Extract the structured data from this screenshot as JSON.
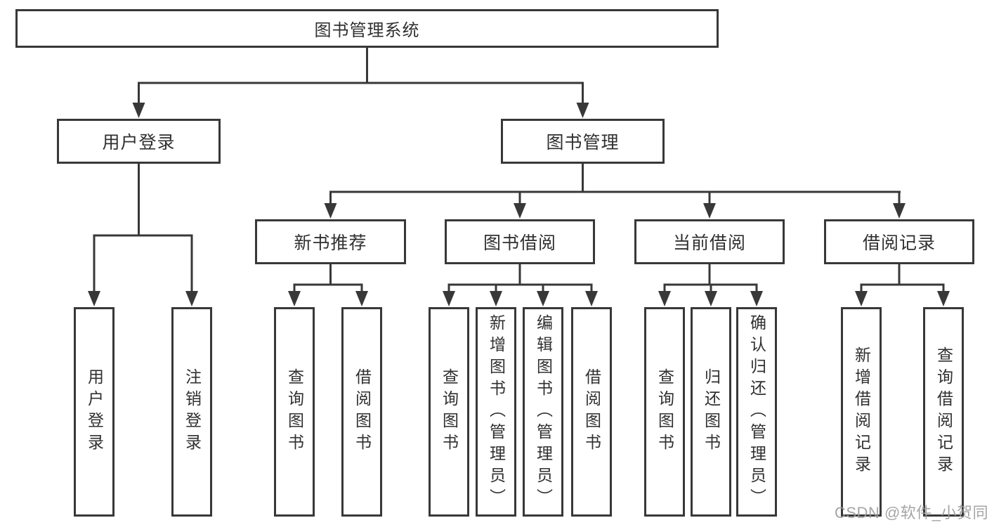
{
  "diagram": {
    "root": {
      "label": "图书管理系统"
    },
    "user_login": {
      "label": "用户登录",
      "children": [
        {
          "label": "用户登录"
        },
        {
          "label": "注销登录"
        }
      ]
    },
    "book_management": {
      "label": "图书管理",
      "sections": [
        {
          "label": "新书推荐",
          "children": [
            {
              "label": "查询图书"
            },
            {
              "label": "借阅图书"
            }
          ]
        },
        {
          "label": "图书借阅",
          "children": [
            {
              "label": "查询图书"
            },
            {
              "label": "新增图书（管理员）"
            },
            {
              "label": "编辑图书（管理员）"
            },
            {
              "label": "借阅图书"
            }
          ]
        },
        {
          "label": "当前借阅",
          "children": [
            {
              "label": "查询图书"
            },
            {
              "label": "归还图书"
            },
            {
              "label": "确认归还（管理员）"
            }
          ]
        },
        {
          "label": "借阅记录",
          "children": [
            {
              "label": "新增借阅记录"
            },
            {
              "label": "查询借阅记录"
            }
          ]
        }
      ]
    }
  },
  "watermark": {
    "text": "CSDN @软件_小贺同学"
  },
  "colors": {
    "line": "#383838",
    "box_border": "#383838",
    "text": "#303030",
    "watermark": "#9c9c9c",
    "background": "#ffffff"
  }
}
